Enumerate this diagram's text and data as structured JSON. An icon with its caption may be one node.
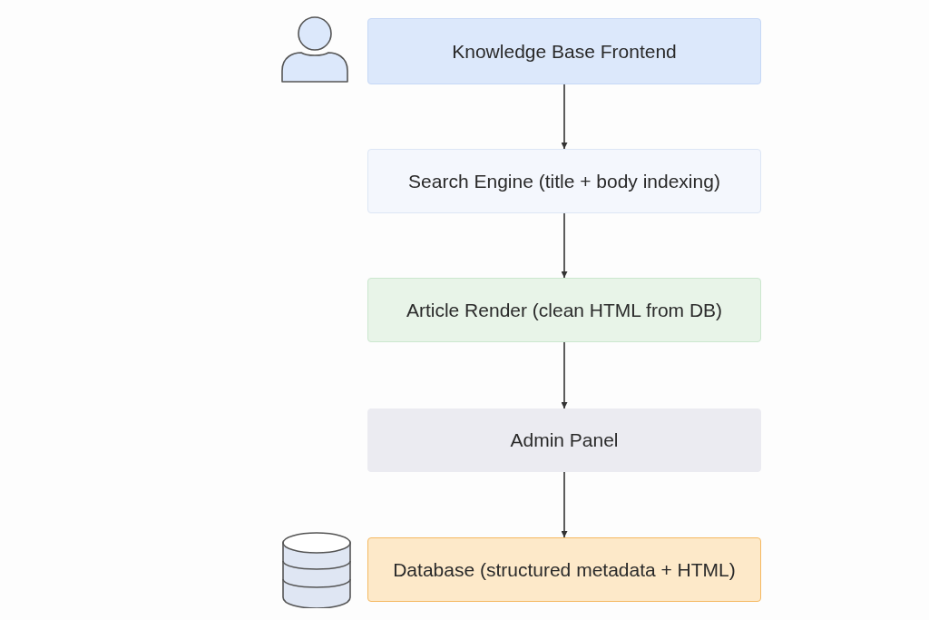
{
  "diagram": {
    "nodes": [
      {
        "text": [
          "Knowledge Base Frontend"
        ]
      },
      {
        "text": [
          "Search Engine (title + body indexing)"
        ]
      },
      {
        "text": [
          "Article Render (clean HTML from DB)"
        ]
      },
      {
        "text": [
          "Admin Panel"
        ]
      },
      {
        "text": [
          "Database (structured metadata + HTML)"
        ]
      }
    ],
    "edges": [
      {
        "from": 0,
        "to": 1,
        "arrow": "to"
      },
      {
        "from": 1,
        "to": 2,
        "arrow": "to"
      },
      {
        "from": 2,
        "to": 3,
        "arrow": "to"
      },
      {
        "from": 3,
        "to": 4,
        "arrow": "to"
      }
    ]
  }
}
